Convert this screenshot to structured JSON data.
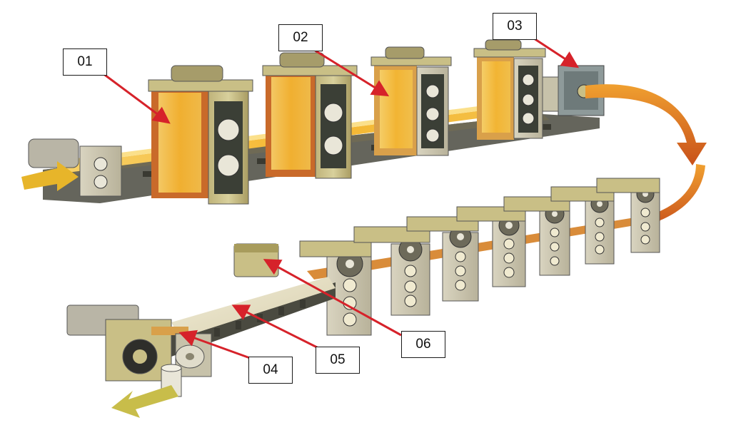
{
  "callouts": [
    {
      "id": "01",
      "label": "01"
    },
    {
      "id": "02",
      "label": "02"
    },
    {
      "id": "03",
      "label": "03"
    },
    {
      "id": "04",
      "label": "04"
    },
    {
      "id": "05",
      "label": "05"
    },
    {
      "id": "06",
      "label": "06"
    }
  ],
  "colors": {
    "arrow_red": "#d6222a",
    "flow_orange": "#e0801a",
    "hot_slab": "#f5b731",
    "stand_gray": "#cfcab4",
    "stand_dark": "#3b3f36",
    "housing_olive": "#c9bf86",
    "table_dark": "#4a4a40",
    "cold_strip": "#e8e2c6",
    "exit_arrow": "#c8bd4a"
  },
  "icons": [
    "rolling-stand-icon",
    "flow-arrow-icon",
    "coiler-icon",
    "coil-icon"
  ]
}
